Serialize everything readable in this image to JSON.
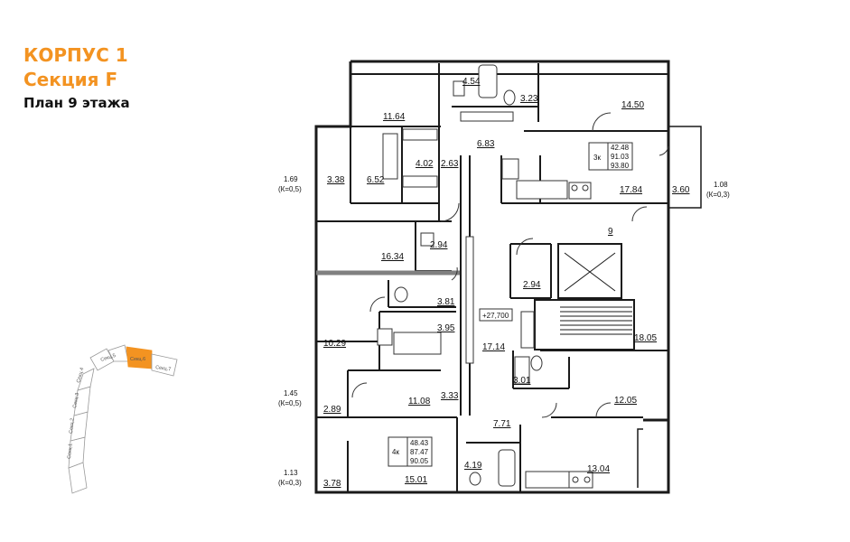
{
  "header": {
    "building": "КОРПУС 1",
    "section": "Секция F",
    "plan": "План 9 этажа"
  },
  "colors": {
    "accent": "#f39321",
    "wall": "#1a1a1a",
    "grey": "#808080"
  },
  "rooms": {
    "r454": "4.54",
    "r323": "3.23",
    "r1450": "14.50",
    "r1164": "11.64",
    "r683": "6.83",
    "r402": "4.02",
    "r263": "2.63",
    "r338": "3.38",
    "r652": "6.52",
    "r1784": "17.84",
    "r360": "3.60",
    "r9": "9",
    "r294a": "2.94",
    "r1634": "16.34",
    "r294b": "2.94",
    "r381": "3.81",
    "r395": "3.95",
    "r1714": "17.14",
    "r1805": "18.05",
    "r1029": "10.29",
    "r301": "3.01",
    "r1205": "12.05",
    "r1108": "11.08",
    "r333": "3.33",
    "r289": "2.89",
    "r771": "7.71",
    "r419": "4.19",
    "r1501": "15.01",
    "r1304": "13.04",
    "r378": "3.78"
  },
  "balconies": {
    "left_top_val": "1.69",
    "left_top_k": "(К=0,5)",
    "right_val": "1.08",
    "right_k": "(К=0,3)",
    "left_mid_val": "1.45",
    "left_mid_k": "(К=0,5)",
    "left_bot_val": "1.13",
    "left_bot_k": "(К=0,3)"
  },
  "apartments": {
    "apt3": {
      "type": "3к",
      "living": "42.48",
      "total": "91.03",
      "full": "93.80"
    },
    "apt4": {
      "type": "4к",
      "living": "48.43",
      "total": "87.47",
      "full": "90.05"
    }
  },
  "elevation": "+27,700",
  "keyplan": {
    "sections": [
      "Секц.5",
      "Секц.6",
      "Секц.7",
      "Секц.4",
      "Секц.3",
      "Секц.2",
      "Секц.1"
    ],
    "highlight": "Секц.6"
  }
}
